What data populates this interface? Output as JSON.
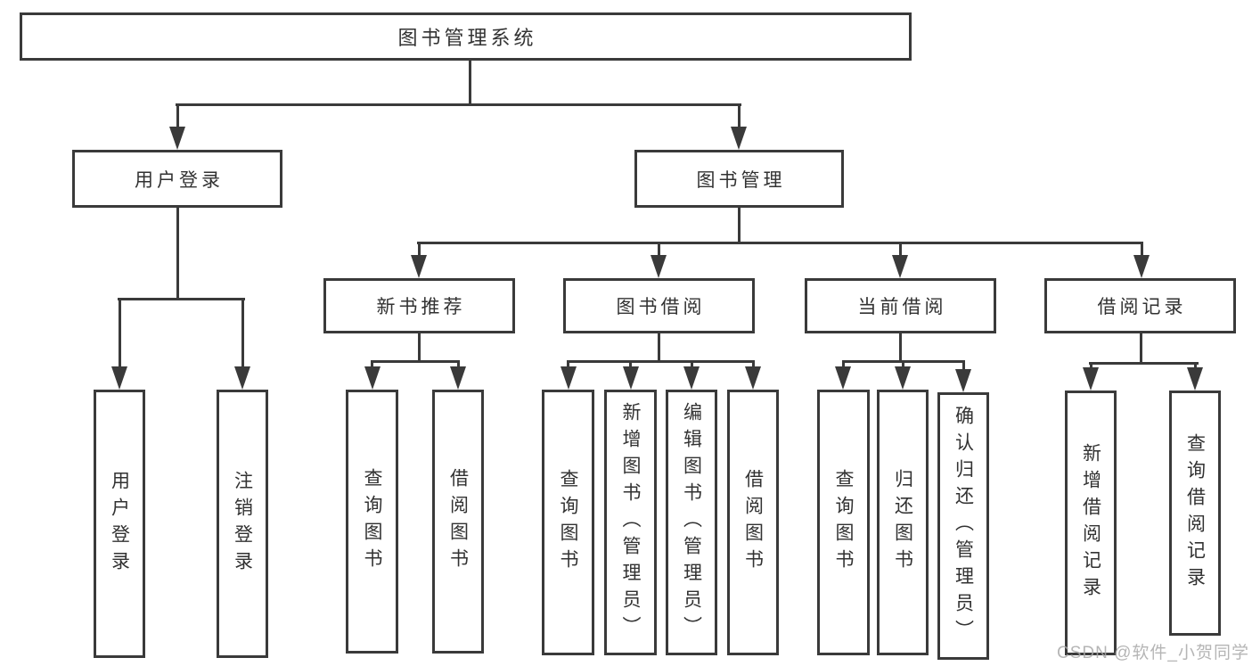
{
  "tree": {
    "root": {
      "label": "图书管理系统"
    },
    "branches": [
      {
        "label": "用户登录",
        "children": [
          {
            "label": "用户登录"
          },
          {
            "label": "注销登录"
          }
        ]
      },
      {
        "label": "图书管理",
        "children": [
          {
            "label": "新书推荐",
            "children": [
              {
                "label": "查询图书"
              },
              {
                "label": "借阅图书"
              }
            ]
          },
          {
            "label": "图书借阅",
            "children": [
              {
                "label": "查询图书"
              },
              {
                "label": "新增图书（管理员）"
              },
              {
                "label": "编辑图书（管理员）"
              },
              {
                "label": "借阅图书"
              }
            ]
          },
          {
            "label": "当前借阅",
            "children": [
              {
                "label": "查询图书"
              },
              {
                "label": "归还图书"
              },
              {
                "label": "确认归还（管理员）"
              }
            ]
          },
          {
            "label": "借阅记录",
            "children": [
              {
                "label": "新增借阅记录"
              },
              {
                "label": "查询借阅记录"
              }
            ]
          }
        ]
      }
    ]
  },
  "watermark": {
    "text": "CSDN @软件_小贺同学"
  },
  "colors": {
    "line": "#3a3a3a",
    "text": "#323232",
    "box_fill": "#ffffff",
    "background": "#ffffff",
    "watermark": "#a9a9a9"
  }
}
